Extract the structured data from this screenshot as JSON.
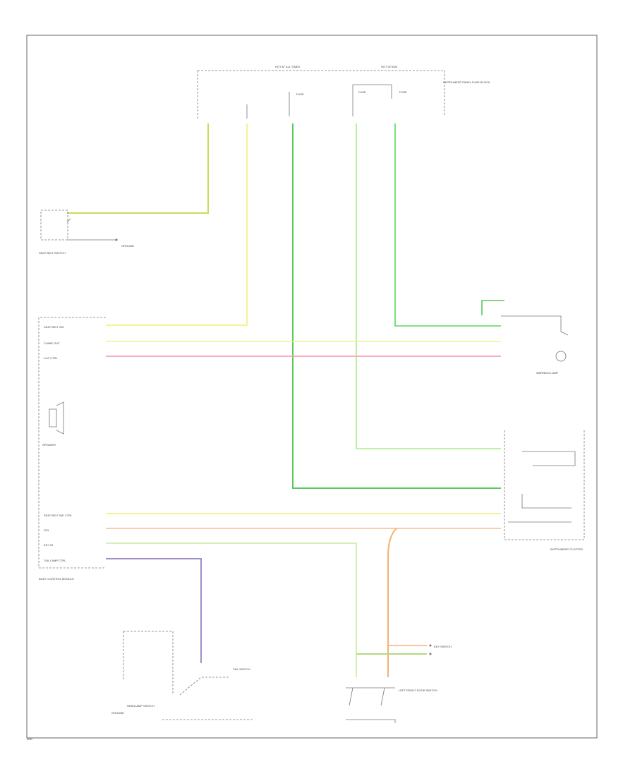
{
  "colors": {
    "yellow_green": "#c8dc5a",
    "yellow": "#f4f48c",
    "pink": "#f7a0b4",
    "light_green": "#a8ec8c",
    "green": "#58c858",
    "orange": "#f7b070",
    "violet": "#a28ccc",
    "frame": "#666666"
  },
  "labels": {
    "fuse_block_left": "HOT AT ALL TIMES",
    "fuse_block_right": "HOT IN RUN",
    "fuse_block_note": "INSTRUMENT PANEL FUSE BLOCK",
    "fuse_a": "FUSE",
    "fuse_b": "FUSE",
    "fuse_c": "FUSE",
    "left_module": "BODY CONTROL MODULE",
    "belt_switch": "SEAT BELT SWITCH",
    "ground_point": "GROUND",
    "seat_belt_row": "SEAT BELT SW",
    "chime_row": "CHIME OUT",
    "lamp_row": "L/LP CTRL",
    "speaker": "SPEAKER",
    "seat_belt_ctrl": "SEAT BELT IND CTRL",
    "ign_row": "IGN",
    "key_row": "KEY IN",
    "tail_row": "TAIL LAMP CTRL",
    "warning_lamp": "WARNING LAMP",
    "cluster": "INSTRUMENT CLUSTER",
    "door_switch": "LEFT FRONT DOOR SWITCH",
    "key_switch": "KEY SWITCH",
    "tail_switch": "TAIL SWITCH",
    "headlamp_switch": "HEADLAMP SWITCH",
    "left_ground": "GROUND",
    "footer_code": "W/D"
  }
}
